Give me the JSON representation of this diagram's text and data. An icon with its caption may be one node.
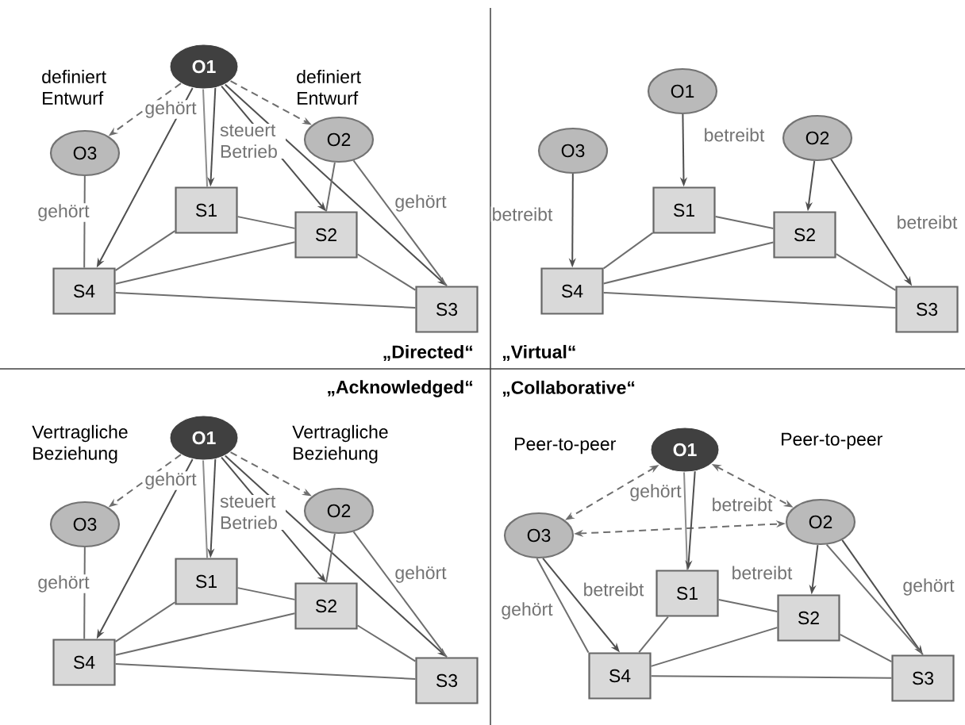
{
  "diagram": {
    "nodes": [
      {
        "text": [
          "O1"
        ]
      },
      {
        "text": [
          "O2"
        ]
      },
      {
        "text": [
          "O3"
        ]
      },
      {
        "text": [
          "S1"
        ]
      },
      {
        "text": [
          "S2"
        ]
      },
      {
        "text": [
          "S3"
        ]
      },
      {
        "text": [
          "S4"
        ]
      },
      {
        "text": [
          "O1"
        ]
      },
      {
        "text": [
          "O2"
        ]
      },
      {
        "text": [
          "O3"
        ]
      },
      {
        "text": [
          "S1"
        ]
      },
      {
        "text": [
          "S2"
        ]
      },
      {
        "text": [
          "S3"
        ]
      },
      {
        "text": [
          "S4"
        ]
      },
      {
        "text": [
          "O1"
        ]
      },
      {
        "text": [
          "O2"
        ]
      },
      {
        "text": [
          "O3"
        ]
      },
      {
        "text": [
          "S1"
        ]
      },
      {
        "text": [
          "S2"
        ]
      },
      {
        "text": [
          "S3"
        ]
      },
      {
        "text": [
          "S4"
        ]
      },
      {
        "text": [
          "O1"
        ]
      },
      {
        "text": [
          "O2"
        ]
      },
      {
        "text": [
          "O3"
        ]
      },
      {
        "text": [
          "S1"
        ]
      },
      {
        "text": [
          "S2"
        ]
      },
      {
        "text": [
          "S3"
        ]
      },
      {
        "text": [
          "S4"
        ]
      }
    ],
    "edges": [
      {
        "from": 0,
        "to": 2,
        "arrow": "to",
        "style": "dashed"
      },
      {
        "from": 0,
        "to": 1,
        "arrow": "to",
        "style": "dashed"
      },
      {
        "from": 0,
        "to": 3,
        "arrow": "none",
        "label": "gehört",
        "color": "#8c8c8c"
      },
      {
        "from": 0,
        "to": 3,
        "arrow": "to",
        "color": "#4f4f4f"
      },
      {
        "from": 0,
        "to": 6,
        "arrow": "to",
        "color": "#4f4f4f"
      },
      {
        "from": 0,
        "to": 4,
        "arrow": "to",
        "label": "steuert Betrieb",
        "color": "#4f4f4f"
      },
      {
        "from": 0,
        "to": 5,
        "arrow": "to",
        "color": "#4f4f4f"
      },
      {
        "from": 2,
        "to": 6,
        "arrow": "none",
        "label": "gehört"
      },
      {
        "from": 1,
        "to": 4,
        "arrow": "none"
      },
      {
        "from": 1,
        "to": 5,
        "arrow": "none",
        "label": "gehört"
      },
      {
        "from": 3,
        "to": 4,
        "arrow": "none"
      },
      {
        "from": 3,
        "to": 6,
        "arrow": "none"
      },
      {
        "from": 4,
        "to": 6,
        "arrow": "none"
      },
      {
        "from": 4,
        "to": 5,
        "arrow": "none"
      },
      {
        "from": 6,
        "to": 5,
        "arrow": "none"
      },
      {
        "from": 7,
        "to": 10,
        "arrow": "to",
        "label": "betreibt",
        "color": "#4f4f4f"
      },
      {
        "from": 9,
        "to": 13,
        "arrow": "to",
        "label": "betreibt",
        "color": "#4f4f4f"
      },
      {
        "from": 8,
        "to": 11,
        "arrow": "to",
        "color": "#4f4f4f"
      },
      {
        "from": 8,
        "to": 12,
        "arrow": "to",
        "label": "betreibt",
        "color": "#4f4f4f"
      },
      {
        "from": 10,
        "to": 11,
        "arrow": "none"
      },
      {
        "from": 10,
        "to": 13,
        "arrow": "none"
      },
      {
        "from": 11,
        "to": 13,
        "arrow": "none"
      },
      {
        "from": 11,
        "to": 12,
        "arrow": "none"
      },
      {
        "from": 13,
        "to": 12,
        "arrow": "none"
      },
      {
        "from": 14,
        "to": 16,
        "arrow": "to",
        "style": "dashed"
      },
      {
        "from": 14,
        "to": 15,
        "arrow": "to",
        "style": "dashed"
      },
      {
        "from": 14,
        "to": 17,
        "arrow": "none",
        "label": "gehört",
        "color": "#8c8c8c"
      },
      {
        "from": 14,
        "to": 17,
        "arrow": "to",
        "color": "#4f4f4f"
      },
      {
        "from": 14,
        "to": 20,
        "arrow": "to",
        "color": "#4f4f4f"
      },
      {
        "from": 14,
        "to": 18,
        "arrow": "to",
        "label": "steuert Betrieb",
        "color": "#4f4f4f"
      },
      {
        "from": 14,
        "to": 19,
        "arrow": "to",
        "color": "#4f4f4f"
      },
      {
        "from": 16,
        "to": 20,
        "arrow": "none",
        "label": "gehört"
      },
      {
        "from": 15,
        "to": 18,
        "arrow": "none"
      },
      {
        "from": 15,
        "to": 19,
        "arrow": "none",
        "label": "gehört"
      },
      {
        "from": 17,
        "to": 18,
        "arrow": "none"
      },
      {
        "from": 17,
        "to": 20,
        "arrow": "none"
      },
      {
        "from": 18,
        "to": 20,
        "arrow": "none"
      },
      {
        "from": 18,
        "to": 19,
        "arrow": "none"
      },
      {
        "from": 20,
        "to": 19,
        "arrow": "none"
      },
      {
        "from": 21,
        "to": 23,
        "arrow": "both",
        "style": "dashed"
      },
      {
        "from": 21,
        "to": 22,
        "arrow": "both",
        "style": "dashed"
      },
      {
        "from": 23,
        "to": 22,
        "arrow": "both",
        "style": "dashed"
      },
      {
        "from": 21,
        "to": 24,
        "arrow": "none",
        "label": "gehört",
        "color": "#8c8c8c"
      },
      {
        "from": 21,
        "to": 24,
        "arrow": "to",
        "label": "betreibt",
        "color": "#4f4f4f"
      },
      {
        "from": 23,
        "to": 27,
        "arrow": "none",
        "label": "gehört"
      },
      {
        "from": 23,
        "to": 27,
        "arrow": "to",
        "label": "betreibt",
        "color": "#4f4f4f"
      },
      {
        "from": 22,
        "to": 25,
        "arrow": "to",
        "label": "betreibt",
        "color": "#4f4f4f"
      },
      {
        "from": 22,
        "to": 26,
        "arrow": "to",
        "color": "#4f4f4f"
      },
      {
        "from": 22,
        "to": 26,
        "arrow": "none",
        "label": "gehört"
      },
      {
        "from": 24,
        "to": 25,
        "arrow": "none"
      },
      {
        "from": 24,
        "to": 27,
        "arrow": "none"
      },
      {
        "from": 25,
        "to": 27,
        "arrow": "none"
      },
      {
        "from": 25,
        "to": 26,
        "arrow": "none"
      },
      {
        "from": 27,
        "to": 26,
        "arrow": "none"
      }
    ],
    "labels": [
      "definiert Entwurf",
      "definiert Entwurf",
      "„Directed“",
      "„Virtual“",
      "„Acknowledged“",
      "Vertragliche Beziehung",
      "Vertragliche Beziehung",
      "„Collaborative“",
      "Peer-to-peer",
      "Peer-to-peer"
    ]
  }
}
